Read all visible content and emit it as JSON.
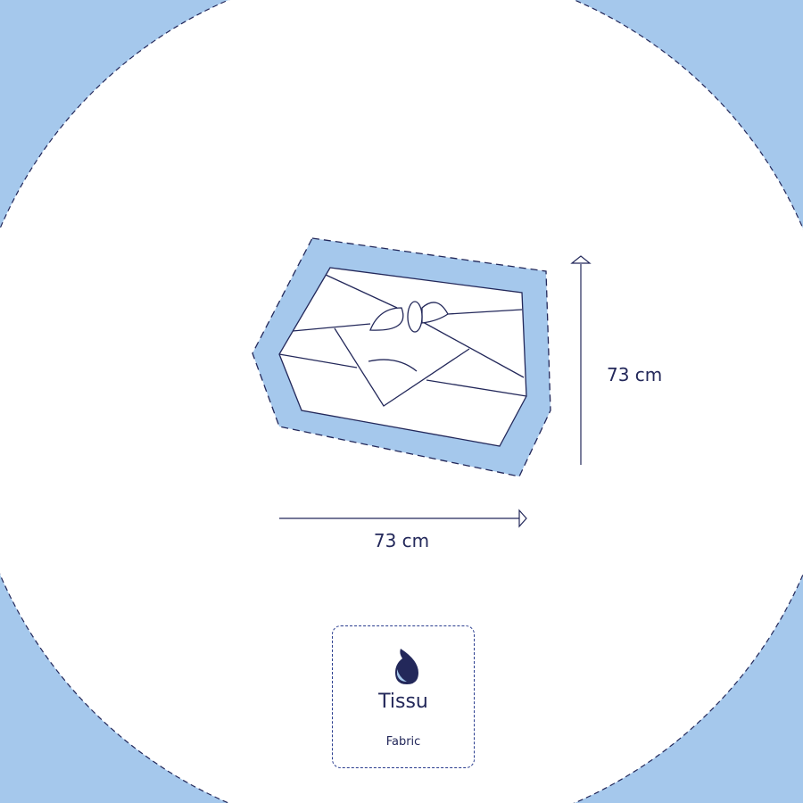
{
  "dimensions": {
    "width": "73 cm",
    "height": "73 cm"
  },
  "material": {
    "icon": "water-drop-icon",
    "name": "Tissu",
    "translation": "Fabric"
  },
  "colors": {
    "accent": "#a5c8ec",
    "ink": "#23285a"
  }
}
